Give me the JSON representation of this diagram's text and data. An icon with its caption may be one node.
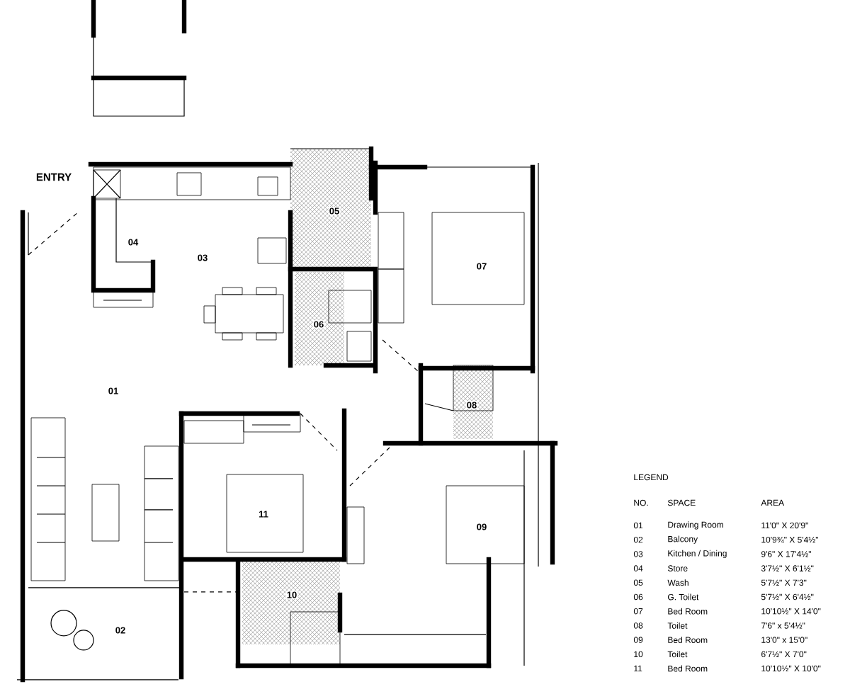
{
  "diagram": {
    "labels": [
      "ENTRY",
      "05",
      "07",
      "04",
      "03",
      "06",
      "01",
      "08",
      "11",
      "09",
      "10",
      "02",
      "LEGEND",
      "NO.",
      "SPACE",
      "AREA",
      "01",
      "Drawing Room",
      "11'0\" X 20'9\"",
      "02",
      "Balcony",
      "10'9¾\" X 5'4½\"",
      "03",
      "Kitchen / Dining",
      "9'6\" X 17'4½\"",
      "04",
      "Store",
      "3'7½\" X 6'1½\"",
      "05",
      "Wash",
      "5'7½\" X 7'3\"",
      "06",
      "G. Toilet",
      "5'7½\" X 6'4½\"",
      "07",
      "Bed Room",
      "10'10½\" X 14'0\"",
      "08",
      "Toilet",
      "7'6\" x 5'4½\"",
      "09",
      "Bed Room",
      "13'0\" x 15'0\"",
      "10",
      "Toilet",
      "6'7½\" X 7'0\"",
      "11",
      "Bed Room",
      "10'10½\" X 10'0\""
    ]
  }
}
